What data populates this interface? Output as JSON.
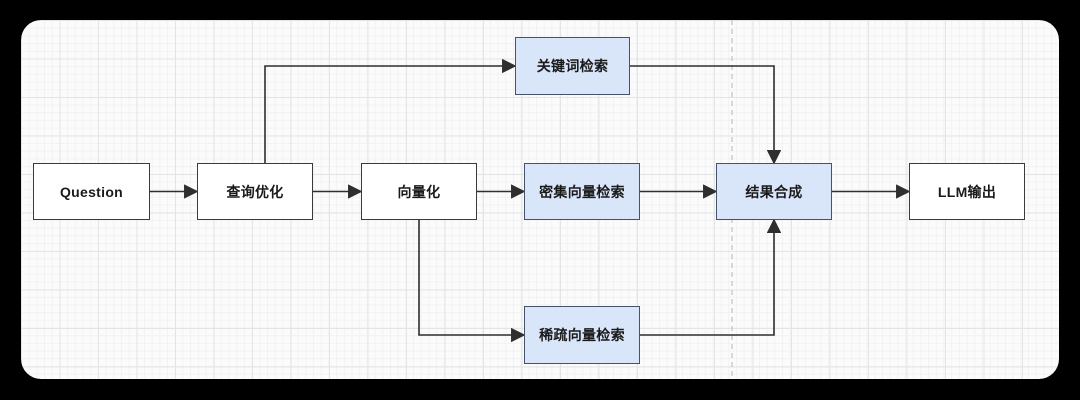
{
  "diagram": {
    "title": "RAG retrieval pipeline flowchart",
    "nodes": [
      {
        "id": "question",
        "label": "Question",
        "variant": "white"
      },
      {
        "id": "query-optimization",
        "label": "查询优化",
        "variant": "white"
      },
      {
        "id": "vectorization",
        "label": "向量化",
        "variant": "white"
      },
      {
        "id": "keyword-retrieval",
        "label": "关键词检索",
        "variant": "blue"
      },
      {
        "id": "dense-vector-retrieval",
        "label": "密集向量检索",
        "variant": "blue"
      },
      {
        "id": "sparse-vector-retrieval",
        "label": "稀疏向量检索",
        "variant": "blue"
      },
      {
        "id": "result-synthesis",
        "label": "结果合成",
        "variant": "blue"
      },
      {
        "id": "llm-output",
        "label": "LLM输出",
        "variant": "white"
      }
    ],
    "edges": [
      {
        "from": "question",
        "to": "query-optimization"
      },
      {
        "from": "query-optimization",
        "to": "keyword-retrieval"
      },
      {
        "from": "query-optimization",
        "to": "vectorization"
      },
      {
        "from": "vectorization",
        "to": "dense-vector-retrieval"
      },
      {
        "from": "vectorization",
        "to": "sparse-vector-retrieval"
      },
      {
        "from": "keyword-retrieval",
        "to": "result-synthesis"
      },
      {
        "from": "dense-vector-retrieval",
        "to": "result-synthesis"
      },
      {
        "from": "sparse-vector-retrieval",
        "to": "result-synthesis"
      },
      {
        "from": "result-synthesis",
        "to": "llm-output"
      }
    ],
    "colors": {
      "background": "#000000",
      "canvas": "#fbfbfb",
      "grid_minor": "#f2f2f2",
      "grid_major": "#e4e4e4",
      "node_fill_white": "#ffffff",
      "node_fill_blue": "#d9e6fa",
      "node_border": "#3b3b3b",
      "edge": "#2e2e2e",
      "divider": "#c9c9c9"
    }
  }
}
